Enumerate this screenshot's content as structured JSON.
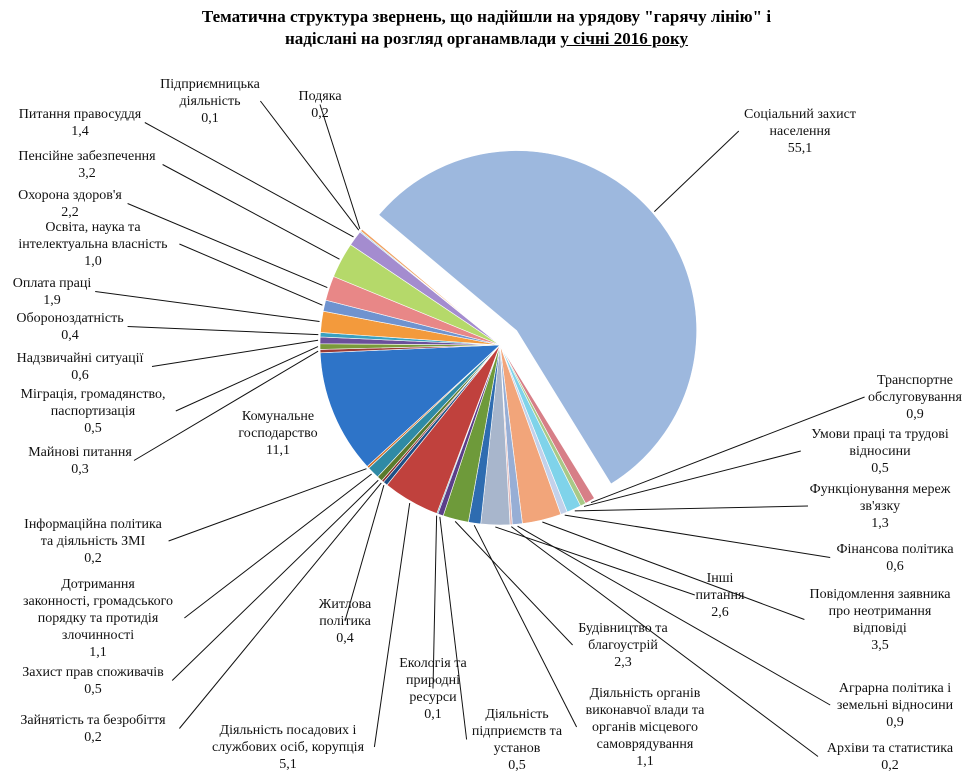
{
  "title": {
    "line1": "Тематична структура звернень, що надійшли на урядову \"гарячу лінію\" і",
    "line2_pre": "надіслані на розгляд органамвлади ",
    "line2_u": "у січні 2016 року"
  },
  "chart_data": {
    "type": "pie",
    "title": "Тематична структура звернень, що надійшли на урядову \"гарячу лінію\" і надіслані на розгляд органамвлади у січні 2016 року",
    "slices": [
      {
        "label": "Соціальний захист населення",
        "value": 55.1,
        "text": "55,1",
        "color": "#9db8de"
      },
      {
        "label": "Транспортне обслуговування",
        "value": 0.9,
        "text": "0,9",
        "color": "#d77f87"
      },
      {
        "label": "Умови праці та трудові відносини",
        "value": 0.5,
        "text": "0,5",
        "color": "#a8c987"
      },
      {
        "label": "Функціонування мереж зв'язку",
        "value": 1.3,
        "text": "1,3",
        "color": "#7fd3ea"
      },
      {
        "label": "Фінансова політика",
        "value": 0.6,
        "text": "0,6",
        "color": "#c3d1ea"
      },
      {
        "label": "Повідомлення заявника про неотримання відповіді",
        "value": 3.5,
        "text": "3,5",
        "color": "#f2a57a"
      },
      {
        "label": "Аграрна політика і земельні відносини",
        "value": 0.9,
        "text": "0,9",
        "color": "#97aed5"
      },
      {
        "label": "Архіви та статистика",
        "value": 0.2,
        "text": "0,2",
        "color": "#e2b8b8"
      },
      {
        "label": "Інші питання",
        "value": 2.6,
        "text": "2,6",
        "color": "#a8b6cc"
      },
      {
        "label": "Діяльність органів виконавчої влади та органів місцевого самоврядування",
        "value": 1.1,
        "text": "1,1",
        "color": "#2e6cb0"
      },
      {
        "label": "Будівництво та благоустрій",
        "value": 2.3,
        "text": "2,3",
        "color": "#6e9a3a"
      },
      {
        "label": "Діяльність підприємств та установ",
        "value": 0.5,
        "text": "0,5",
        "color": "#5b3f8a"
      },
      {
        "label": "Екологія та природні ресурси",
        "value": 0.1,
        "text": "0,1",
        "color": "#2f9bb5"
      },
      {
        "label": "Діяльність посадових і службових осіб, корупція",
        "value": 5.1,
        "text": "5,1",
        "color": "#c0413d"
      },
      {
        "label": "Житлова політика",
        "value": 0.4,
        "text": "0,4",
        "color": "#1f4f86"
      },
      {
        "label": "Зайнятість та безробіття",
        "value": 0.2,
        "text": "0,2",
        "color": "#8a2a28"
      },
      {
        "label": "Захист прав споживачів",
        "value": 0.5,
        "text": "0,5",
        "color": "#5a7a2c"
      },
      {
        "label": "Дотримання законності, громадського порядку та протидія злочинності",
        "value": 1.1,
        "text": "1,1",
        "color": "#2f8aa5"
      },
      {
        "label": "Інформаційна політика та діяльність ЗМІ",
        "value": 0.2,
        "text": "0,2",
        "color": "#d06a20"
      },
      {
        "label": "Комунальне господарство",
        "value": 11.1,
        "text": "11,1",
        "color": "#2e74c8"
      },
      {
        "label": "Майнові питання",
        "value": 0.3,
        "text": "0,3",
        "color": "#9a3a36"
      },
      {
        "label": "Міграція, громадянство, паспортизація",
        "value": 0.5,
        "text": "0,5",
        "color": "#7a9a3a"
      },
      {
        "label": "Надзвичайні ситуації",
        "value": 0.6,
        "text": "0,6",
        "color": "#6b4f9a"
      },
      {
        "label": "Обороноздатність",
        "value": 0.4,
        "text": "0,4",
        "color": "#3aa0c0"
      },
      {
        "label": "Оплата праці",
        "value": 1.9,
        "text": "1,9",
        "color": "#f39a3c"
      },
      {
        "label": "Освіта, наука та інтелектуальна власність",
        "value": 1.0,
        "text": "1,0",
        "color": "#6f93cf"
      },
      {
        "label": "Охорона здоров'я",
        "value": 2.2,
        "text": "2,2",
        "color": "#e88787"
      },
      {
        "label": "Пенсійне забезпечення",
        "value": 3.2,
        "text": "3,2",
        "color": "#b5d96a"
      },
      {
        "label": "Питання правосуддя",
        "value": 1.4,
        "text": "1,4",
        "color": "#a48ccf"
      },
      {
        "label": "Підприємницька діяльність",
        "value": 0.1,
        "text": "0,1",
        "color": "#6cc0d8"
      },
      {
        "label": "Подяка",
        "value": 0.2,
        "text": "0,2",
        "color": "#f0a060"
      }
    ]
  }
}
